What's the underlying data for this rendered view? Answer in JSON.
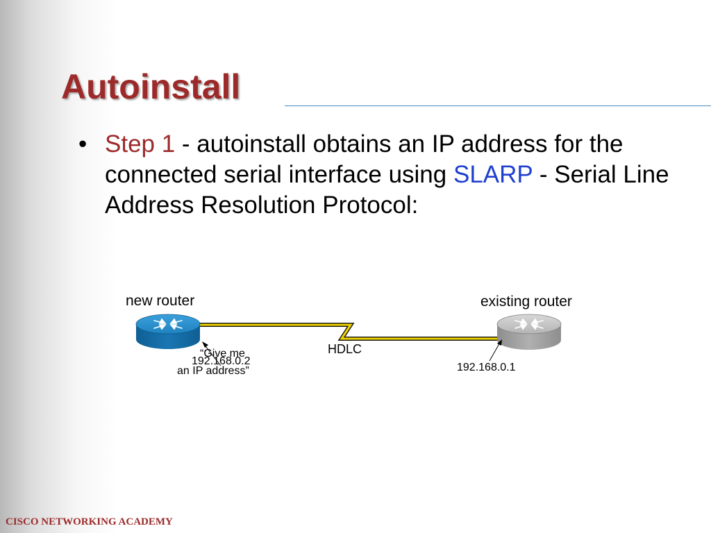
{
  "slide": {
    "title": "Autoinstall",
    "bullet": {
      "marker": "•",
      "step_label": "Step 1",
      "text_part1": " - autoinstall obtains an IP address for the connected serial interface using ",
      "protocol": "SLARP",
      "text_part2": " - Serial Line Address Resolution Protocol:"
    },
    "footer": "CISCO NETWORKING ACADEMY"
  },
  "diagram": {
    "new_router_label": "new router",
    "existing_router_label": "existing router",
    "link_label": "HDLC",
    "new_router_ip": "192.168.0.2",
    "request_line1": "“Give me",
    "request_line2": "an IP address”",
    "existing_router_ip": "192.168.0.1",
    "colors": {
      "new_router": "#1f82c0",
      "existing_router": "#a8a8a8",
      "link": "#f0d400"
    }
  }
}
